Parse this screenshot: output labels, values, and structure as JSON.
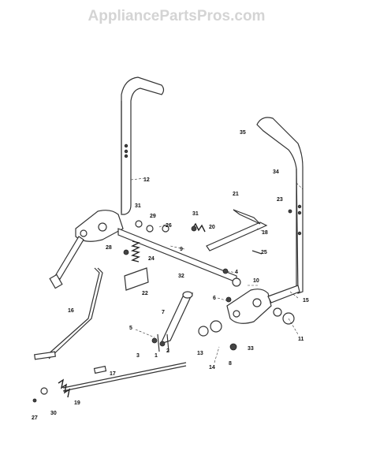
{
  "watermark": "AppliancePartsPros.com",
  "callouts": {
    "c1": "1",
    "c2": "2",
    "c3": "3",
    "c4": "4",
    "c5": "5",
    "c6": "6",
    "c7": "7",
    "c8": "8",
    "c9": "9",
    "c10": "10",
    "c11": "11",
    "c12": "12",
    "c13": "13",
    "c14": "14",
    "c15": "15",
    "c16": "16",
    "c17": "17",
    "c18": "18",
    "c19": "19",
    "c20": "20",
    "c21": "21",
    "c22": "22",
    "c23": "23",
    "c24": "24",
    "c25": "25",
    "c26": "26",
    "c27": "27",
    "c28": "28",
    "c29": "29",
    "c30": "30",
    "c31a": "31",
    "c31b": "31",
    "c32": "32",
    "c33": "33",
    "c34": "34",
    "c35": "35"
  }
}
